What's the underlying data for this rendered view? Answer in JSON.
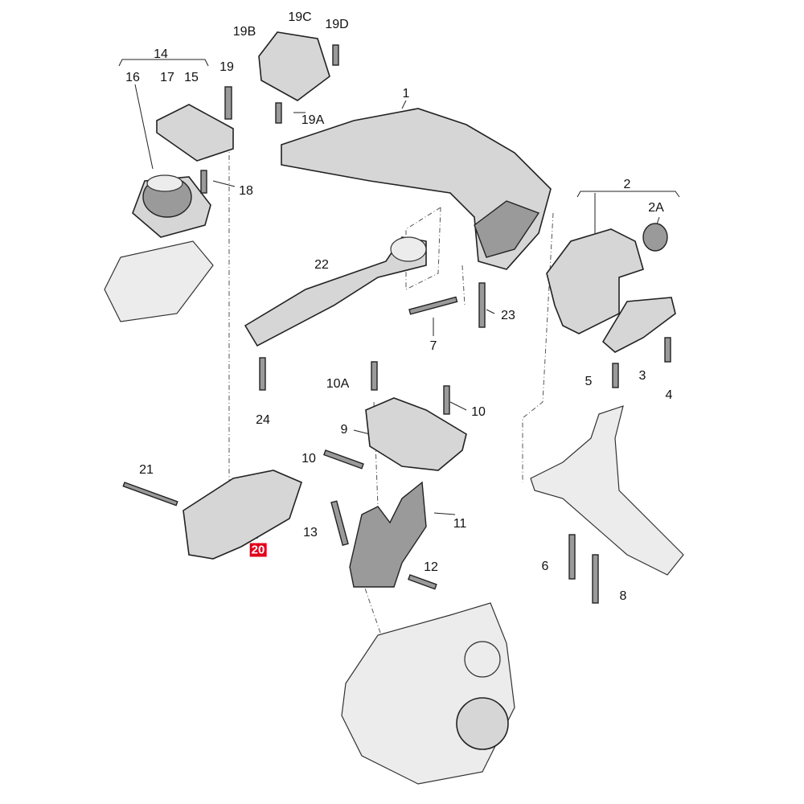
{
  "diagram": {
    "labels": [
      "14",
      "16",
      "17",
      "15",
      "19",
      "19B",
      "19C",
      "19D",
      "19A",
      "1",
      "18",
      "2",
      "2A",
      "22",
      "23",
      "7",
      "5",
      "3",
      "4",
      "24",
      "10A",
      "10",
      "9",
      "10",
      "21",
      "11",
      "13",
      "20",
      "12",
      "6",
      "8"
    ],
    "highlighted_label": "20",
    "highlight_color": "#e0001a"
  }
}
